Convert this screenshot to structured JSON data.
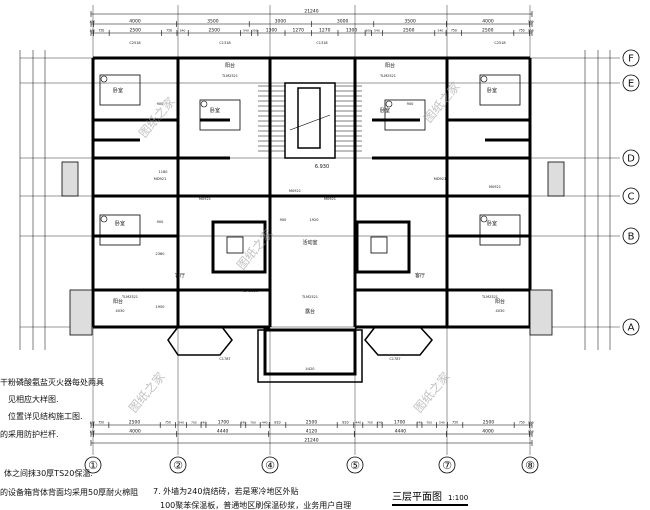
{
  "drawing": {
    "title": "三层平面图",
    "scale": "1:100",
    "watermark": "图纸之家",
    "level_mark": "6.930",
    "axes_vertical": [
      "①",
      "②",
      "④",
      "⑤",
      "⑦",
      "⑧"
    ],
    "axes_horizontal": [
      "F",
      "E",
      "D",
      "C",
      "B",
      "A"
    ],
    "top_dims": {
      "overall": "21240",
      "axis_row": [
        "120",
        "4000",
        "3500",
        "3000",
        "3000",
        "3500",
        "4000",
        "120"
      ],
      "detail_row": [
        "120",
        "750",
        "2500",
        "750",
        "540",
        "2500",
        "540",
        "300",
        "1300",
        "1270",
        "1270",
        "1300",
        "300",
        "540",
        "2500",
        "540",
        "750",
        "2500",
        "750",
        "120"
      ]
    },
    "bottom_dims": {
      "detail_row": [
        "120",
        "750",
        "2500",
        "750",
        "540",
        "700",
        "240",
        "1700",
        "240",
        "700",
        "440",
        "810",
        "2500",
        "810",
        "440",
        "700",
        "240",
        "1700",
        "240",
        "700",
        "540",
        "750",
        "2500",
        "750",
        "120"
      ],
      "axis_row": [
        "120",
        "4000",
        "4440",
        "4120",
        "4440",
        "4000",
        "120"
      ],
      "overall": "21240"
    },
    "rooms": [
      {
        "label": "卧室"
      },
      {
        "label": "卧室"
      },
      {
        "label": "卧室"
      },
      {
        "label": "卧室"
      },
      {
        "label": "卧室"
      },
      {
        "label": "卧室"
      },
      {
        "label": "客厅"
      },
      {
        "label": "客厅"
      },
      {
        "label": "阳台"
      },
      {
        "label": "阳台"
      },
      {
        "label": "阳台"
      },
      {
        "label": "阳台"
      },
      {
        "label": "活动室"
      },
      {
        "label": "露台"
      }
    ],
    "openings": [
      "C2518",
      "C1318",
      "C1318",
      "C2518",
      "TLM2521",
      "TLM2521",
      "TLM2521",
      "TLM2521",
      "TLM2521",
      "TLM2521",
      "M0921",
      "M0921",
      "M0921",
      "M0921",
      "MD921",
      "MD921",
      "C1787",
      "C1787"
    ],
    "inner_dims": [
      "900",
      "900",
      "1180",
      "900",
      "900",
      "1920",
      "4030",
      "4030",
      "4420",
      "2360",
      "1950"
    ],
    "notes_left": [
      "干粉磷酸氨盐灭火器每处两具",
      "见相应大样图.",
      "位置详见结构施工图.",
      "的采用防护栏杆.",
      "体之间抹30厚TS20保温.",
      "的设备箱背体背面均采用50厚耐火棉阻"
    ],
    "notes_mid": [
      "7. 外墙为240烧结砖，若是寒冷地区外贴",
      "100聚苯保温板，普通地区刷保温砂浆，业务用户自理"
    ]
  }
}
